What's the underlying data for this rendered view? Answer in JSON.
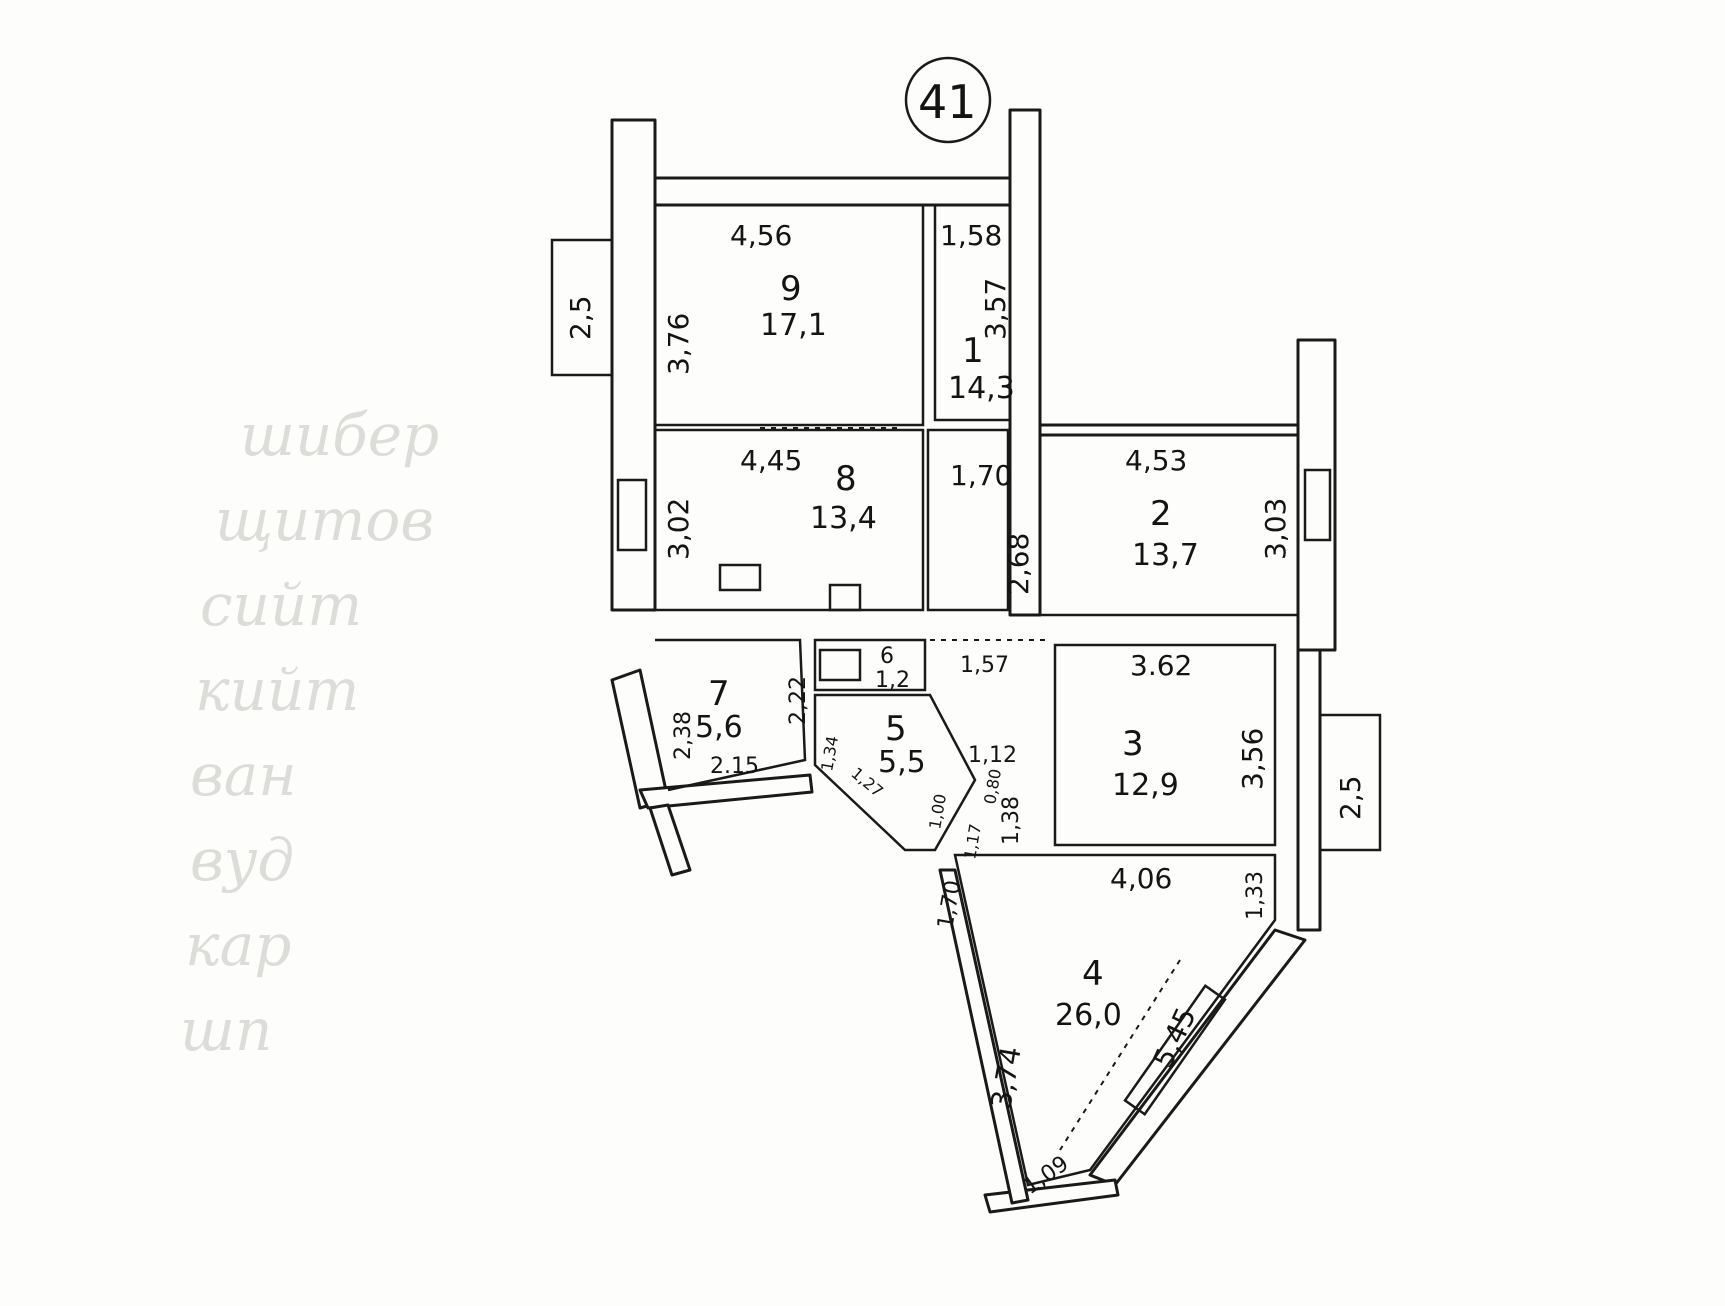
{
  "apartment_number": "41",
  "rooms": [
    {
      "id": "room-9",
      "number": "9",
      "area": "17,1"
    },
    {
      "id": "room-1",
      "number": "1",
      "area": "14,3"
    },
    {
      "id": "room-8",
      "number": "8",
      "area": "13,4"
    },
    {
      "id": "room-2",
      "number": "2",
      "area": "13,7"
    },
    {
      "id": "room-7",
      "number": "7",
      "area": "5,6"
    },
    {
      "id": "room-6",
      "number": "6",
      "area": "1,2"
    },
    {
      "id": "room-5",
      "number": "5",
      "area": "5,5"
    },
    {
      "id": "room-3",
      "number": "3",
      "area": "12,9"
    },
    {
      "id": "room-4",
      "number": "4",
      "area": "26,0"
    }
  ],
  "dimensions": {
    "r9_width": "4,56",
    "r9_height": "3,76",
    "r1_width": "1,58",
    "r1_height": "3,57",
    "r8_width": "4,45",
    "r8_height": "3,02",
    "hall_width": "1,70",
    "hall_height": "2,68",
    "r2_width": "4,53",
    "r2_height": "3,03",
    "r7_left": "2,38",
    "r7_right": "2,22",
    "r7_bottom": "2.15",
    "r6_width": "1,57",
    "r5_side": "1,34",
    "r5_diag": "1,27",
    "r5_corner": "1,00",
    "r5_width": "1,12",
    "r5_small": "1,17",
    "r5_tiny": "0,80",
    "r5_height": "1,38",
    "r3_width": "3.62",
    "r3_height": "3,56",
    "r4_width": "4,06",
    "r4_side": "1,33",
    "r4_left_top": "1,70",
    "r4_left": "3,74",
    "r4_diag": "5,45",
    "r4_bottom": "1,09",
    "balcony_left": "2,5",
    "balcony_right": "2,5"
  },
  "ghost_text": [
    "шибер",
    "щитов",
    "сийт",
    "кийт",
    "ван",
    "вуд",
    "кар",
    "шп"
  ]
}
